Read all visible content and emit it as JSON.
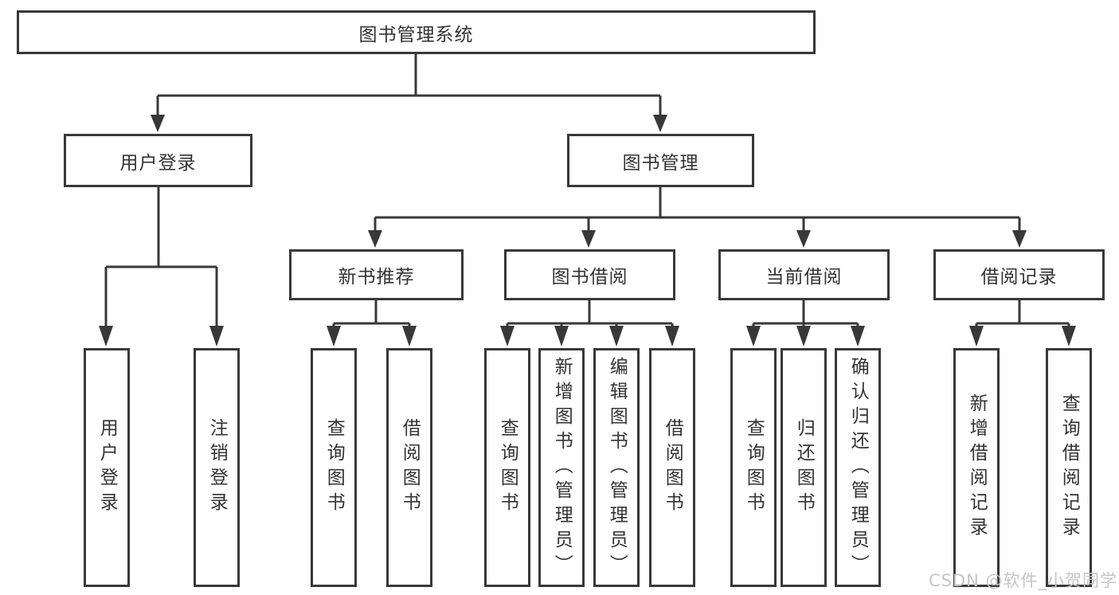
{
  "diagram": {
    "root": "图书管理系统",
    "branches": [
      {
        "label": "用户登录",
        "children": [
          "用户登录",
          "注销登录"
        ]
      },
      {
        "label": "图书管理"
      }
    ],
    "modules": [
      {
        "label": "新书推荐",
        "children": [
          "查询图书",
          "借阅图书"
        ]
      },
      {
        "label": "图书借阅",
        "children": [
          "查询图书",
          "新增图书（管理员）",
          "编辑图书（管理员）",
          "借阅图书"
        ]
      },
      {
        "label": "当前借阅",
        "children": [
          "查询图书",
          "归还图书",
          "确认归还（管理员）"
        ]
      },
      {
        "label": "借阅记录",
        "children": [
          "新增借阅记录",
          "查询借阅记录"
        ]
      }
    ]
  },
  "watermark": "CSDN @软件_小贺同学",
  "colors": {
    "line": "#383838",
    "text": "#333333",
    "watermark": "#c5c5c5",
    "background": "#ffffff"
  }
}
